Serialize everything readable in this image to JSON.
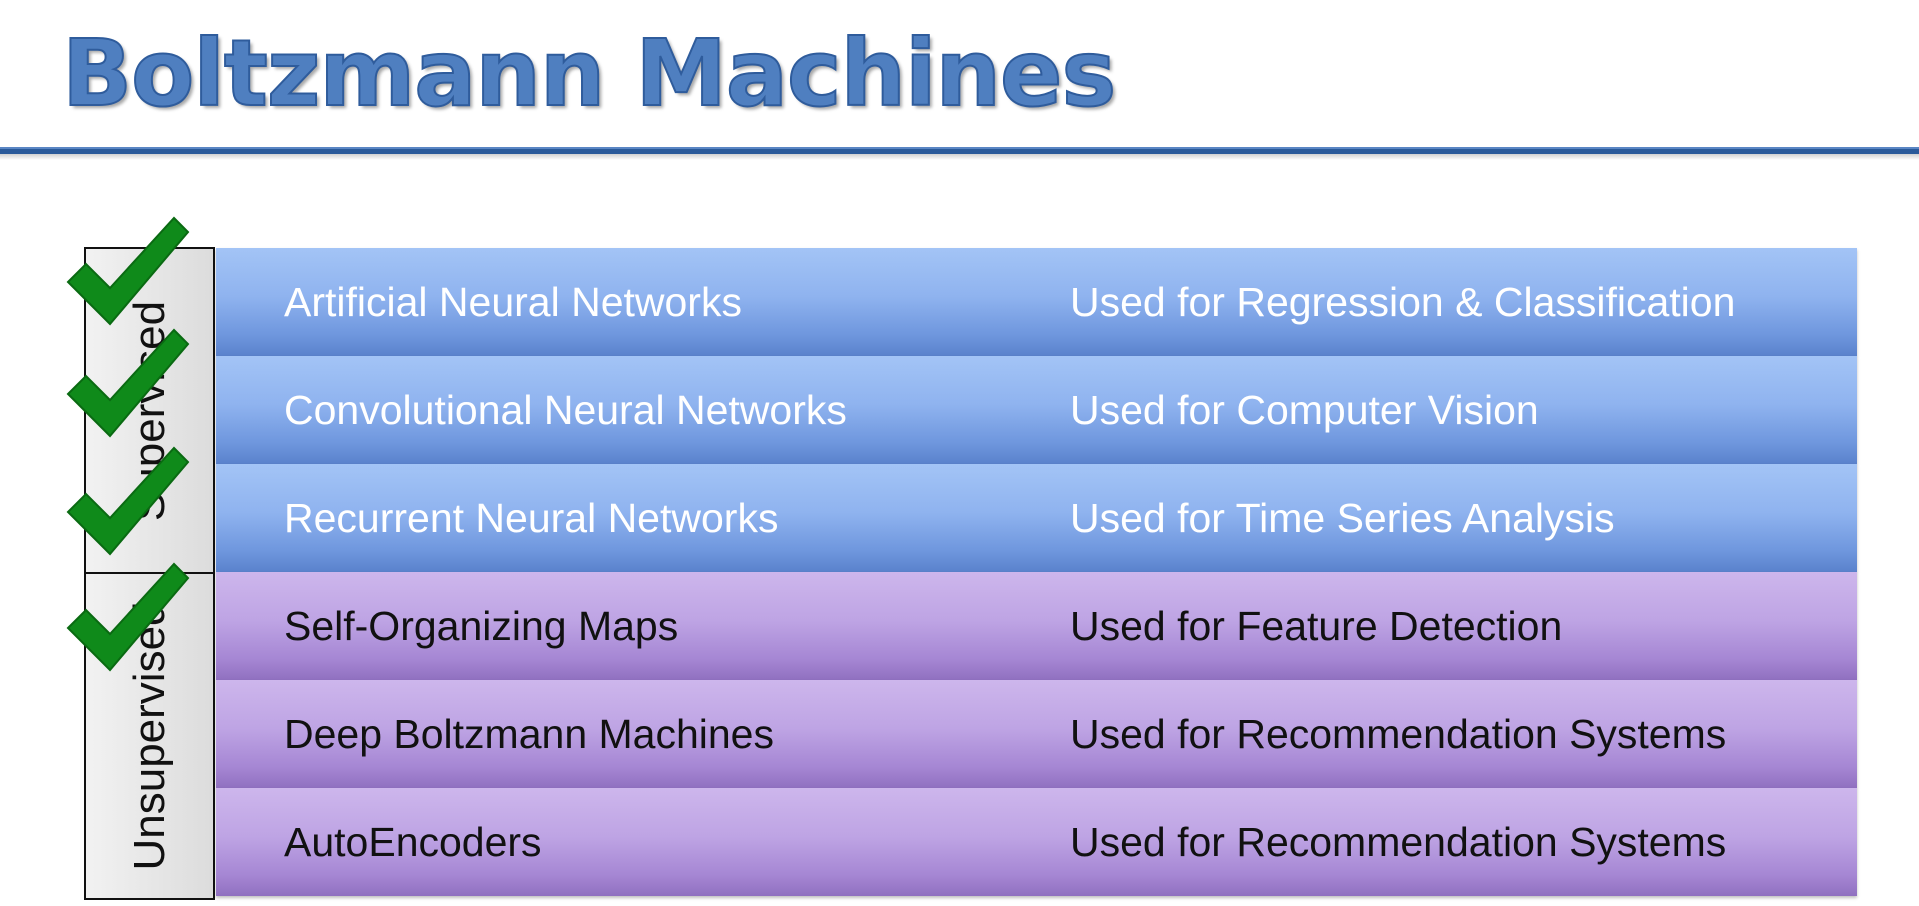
{
  "title": "Boltzmann Machines",
  "groups": {
    "supervised": "Supervised",
    "unsupervised": "Unsupervised"
  },
  "rows": [
    {
      "name": "Artificial Neural Networks",
      "use": "Used for Regression & Classification",
      "group": "supervised",
      "checked": true
    },
    {
      "name": "Convolutional Neural Networks",
      "use": "Used for Computer Vision",
      "group": "supervised",
      "checked": true
    },
    {
      "name": "Recurrent Neural Networks",
      "use": "Used for Time Series Analysis",
      "group": "supervised",
      "checked": true
    },
    {
      "name": "Self-Organizing Maps",
      "use": "Used for Feature Detection",
      "group": "unsupervised",
      "checked": true
    },
    {
      "name": "Deep Boltzmann Machines",
      "use": "Used for Recommendation Systems",
      "group": "unsupervised",
      "checked": false
    },
    {
      "name": "AutoEncoders",
      "use": "Used for Recommendation Systems",
      "group": "unsupervised",
      "checked": false
    }
  ],
  "colors": {
    "title": "#4f7fc0",
    "supervised_row": "#8fb3ef",
    "unsupervised_row": "#bea4e4",
    "check": "#0f8a1a"
  },
  "icons": {
    "check": "check-mark-icon"
  }
}
